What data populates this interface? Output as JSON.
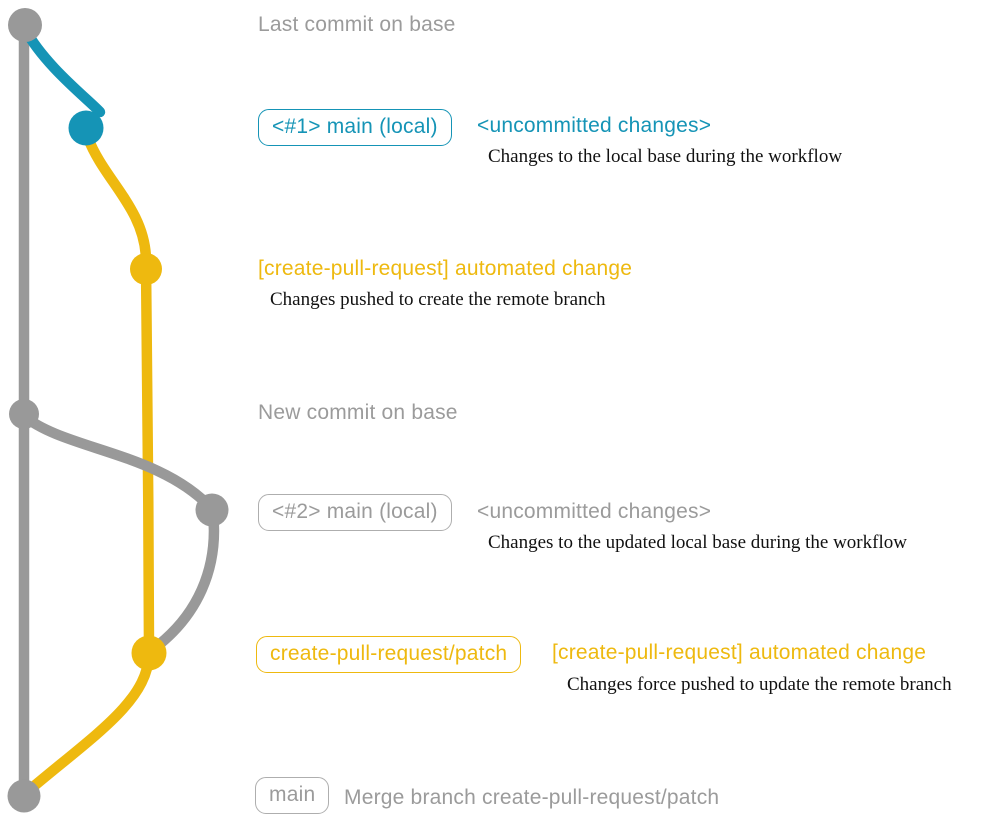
{
  "colors": {
    "background": "#ffffff",
    "gray": "#999999",
    "gray_text": "#9b9b9b",
    "gray_border": "#aeaeae",
    "blue": "#1594b6",
    "yellow": "#eeb90f",
    "note": "#111111"
  },
  "rows": {
    "last_commit": {
      "label": "Last commit on base"
    },
    "local_main_1": {
      "badge": "<#1> main (local)",
      "status": "<uncommitted changes>",
      "note": "Changes to the local base during the workflow"
    },
    "automated_change_1": {
      "title": "[create-pull-request] automated change",
      "note": "Changes pushed to create the remote branch"
    },
    "new_commit": {
      "label": "New commit on base"
    },
    "local_main_2": {
      "badge": "<#2> main (local)",
      "status": "<uncommitted changes>",
      "note": "Changes to the updated local base during the workflow"
    },
    "automated_change_2": {
      "badge": "create-pull-request/patch",
      "title": "[create-pull-request] automated change",
      "note": "Changes force pushed to update the remote branch"
    },
    "merge": {
      "badge": "main",
      "label": "Merge branch create-pull-request/patch"
    }
  }
}
